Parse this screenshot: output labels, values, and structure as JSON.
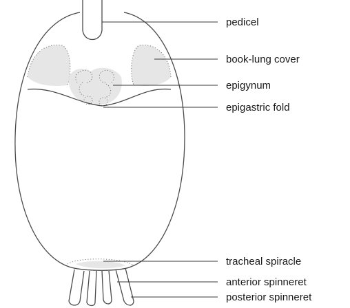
{
  "diagram": {
    "labels": {
      "pedicel": "pedicel",
      "book_lung_cover": "book-lung cover",
      "epigynum": "epigynum",
      "epigastric_fold": "epigastric fold",
      "tracheal_spiracle": "tracheal spiracle",
      "anterior_spinneret": "anterior spinneret",
      "posterior_spinneret": "posterior spinneret"
    },
    "colors": {
      "line": "#4a4a4a",
      "shading": "#e2e2e2",
      "text": "#1a1a1a"
    }
  }
}
